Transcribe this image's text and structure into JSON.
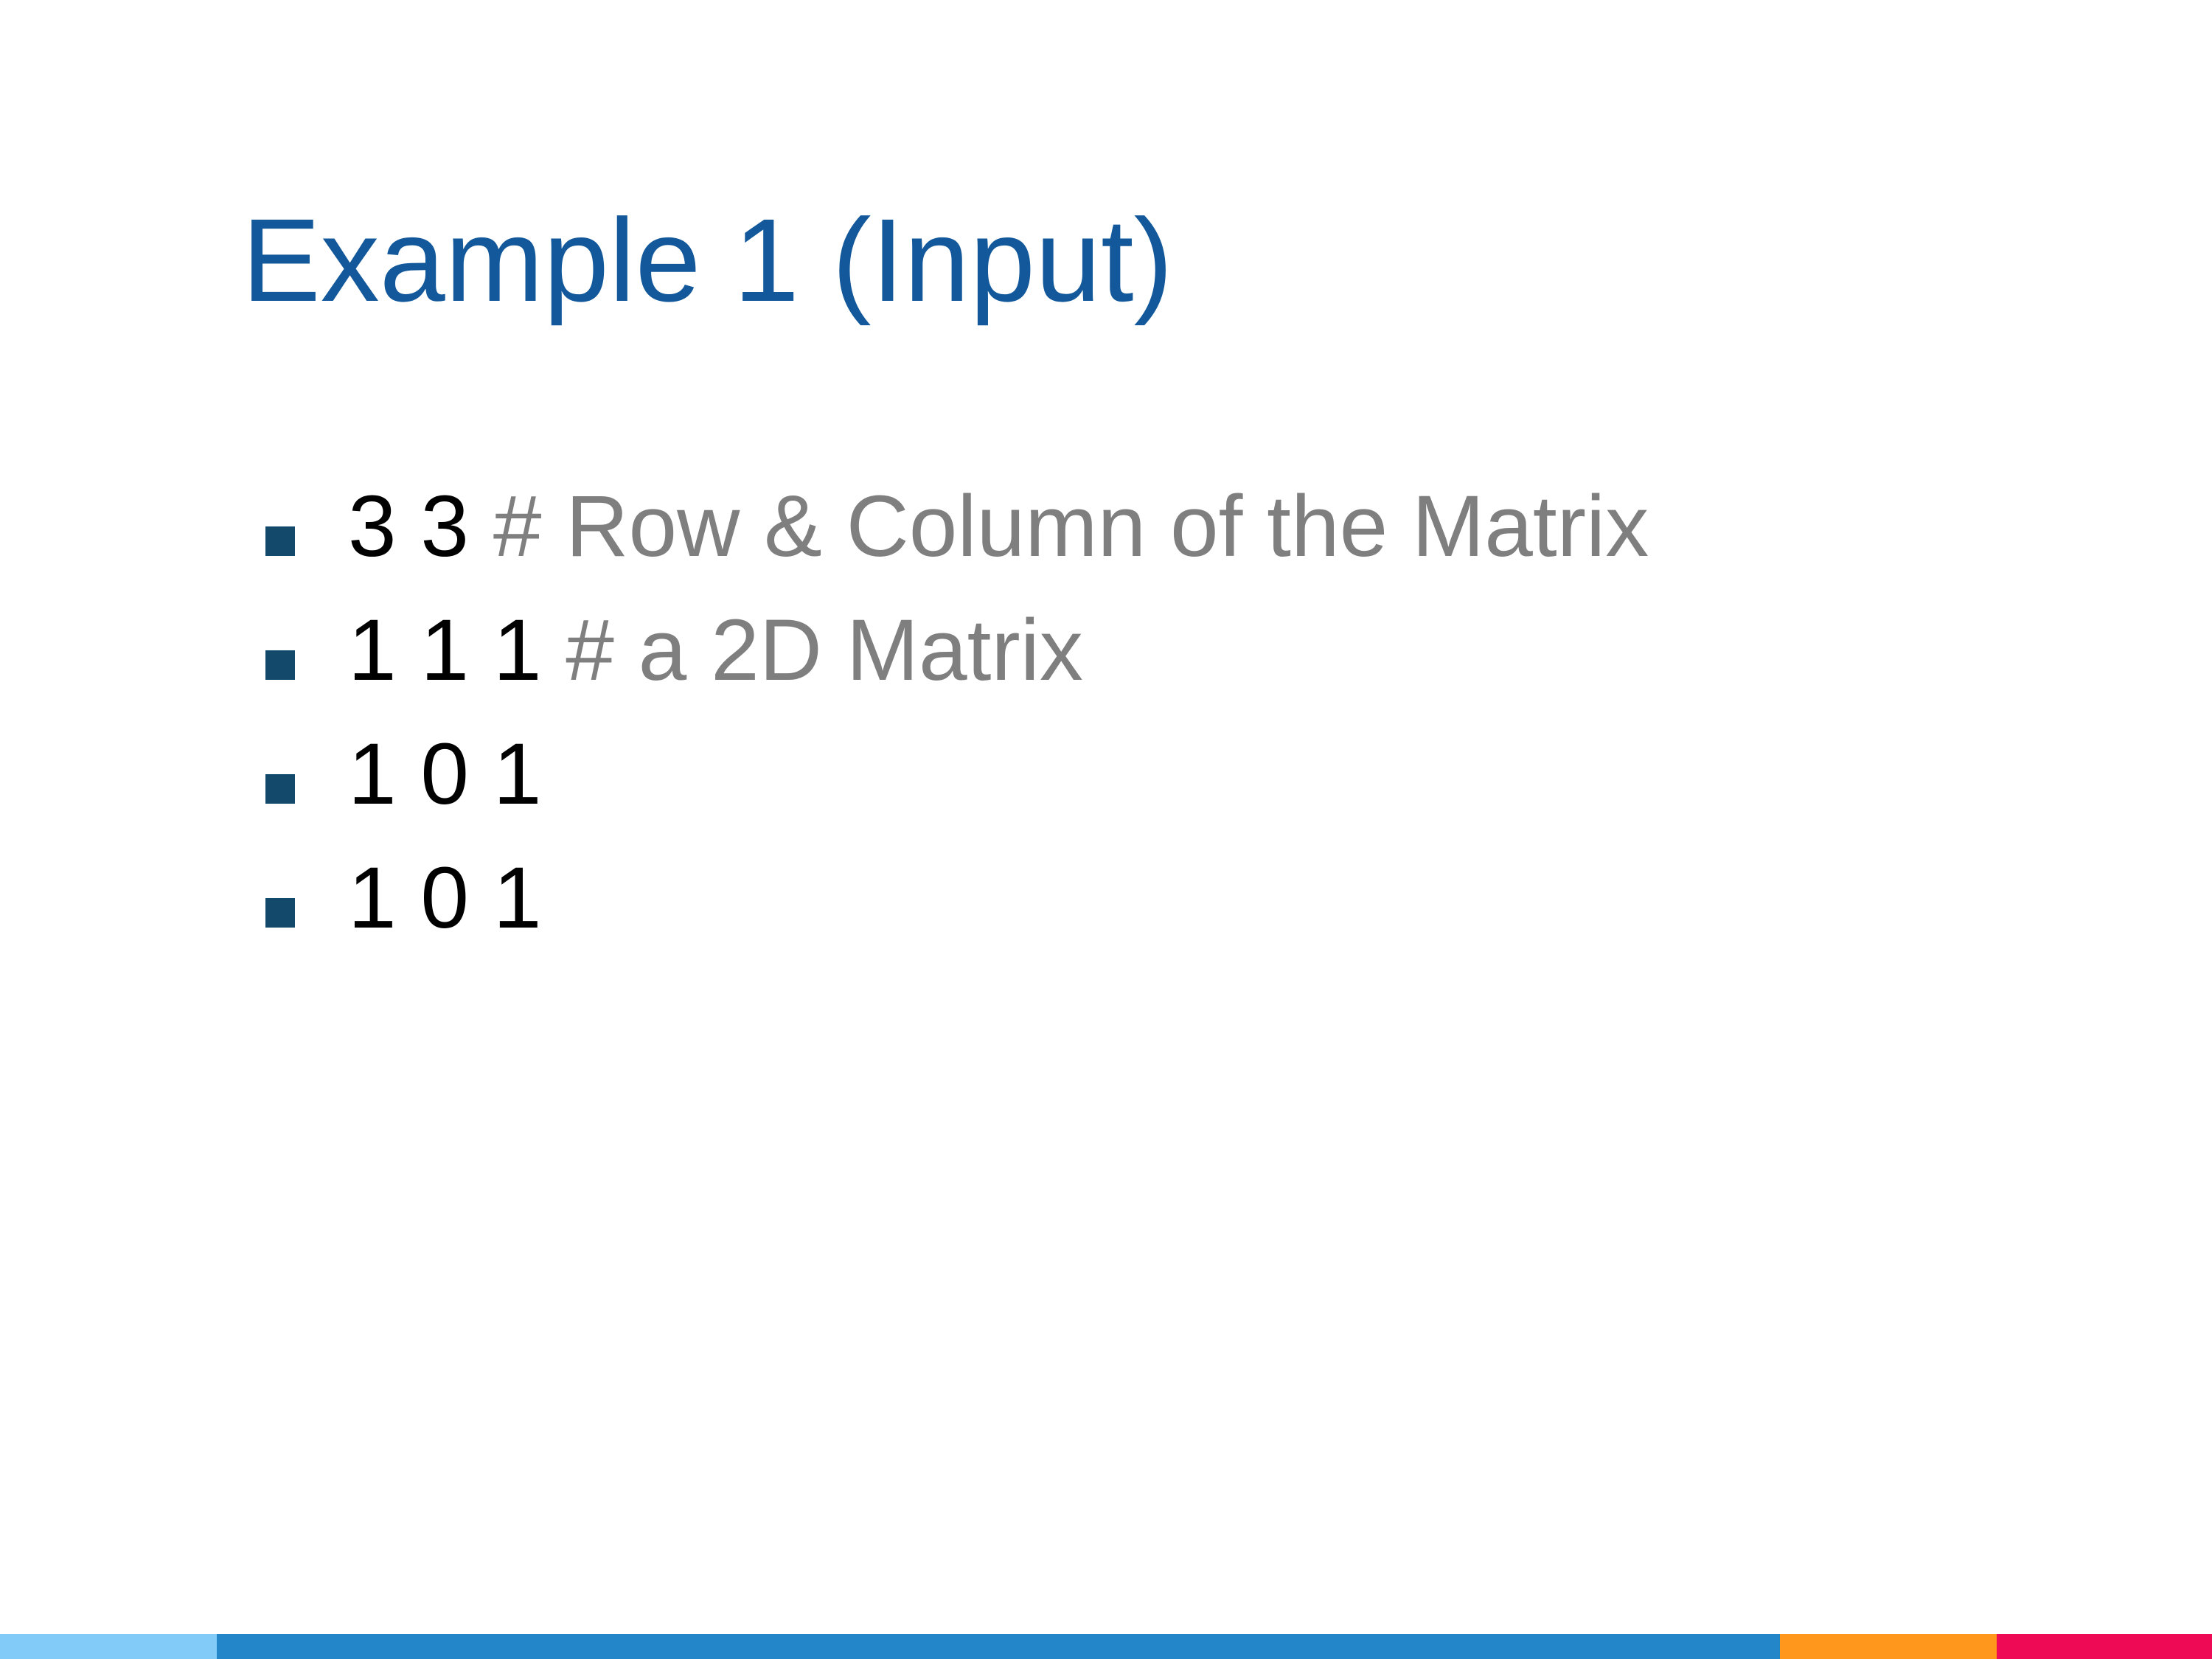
{
  "slide": {
    "title": "Example 1 (Input)",
    "bullets": [
      {
        "code": "3 3",
        "comment": "# Row & Column of the Matrix"
      },
      {
        "code": "1 1 1",
        "comment": "# a 2D Matrix"
      },
      {
        "code": "1 0 1",
        "comment": ""
      },
      {
        "code": "1 0 1",
        "comment": ""
      }
    ]
  },
  "colors": {
    "title": "#12589a",
    "bullet_marker": "#134a6b",
    "code_text": "#000000",
    "comment_text": "#7f7f7f",
    "footer": [
      "#82cbf8",
      "#2386c8",
      "#ff971d",
      "#ee0a55"
    ]
  }
}
